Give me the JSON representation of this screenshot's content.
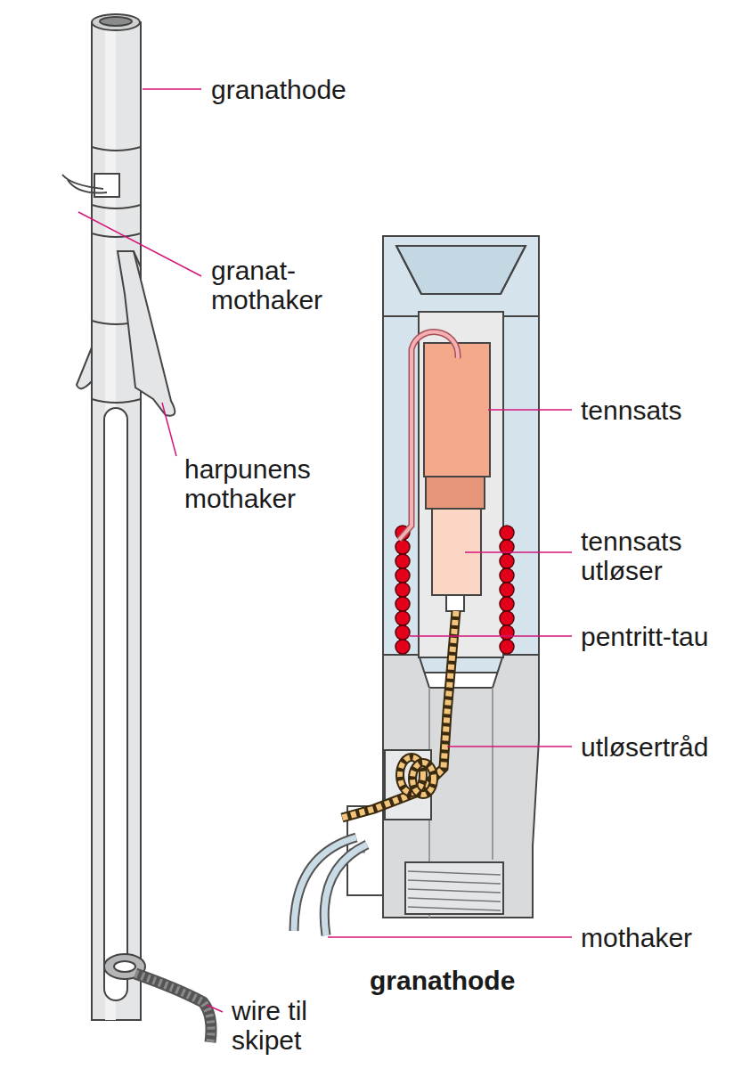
{
  "diagram": {
    "labels": [
      "granathode",
      "granat- mothaker",
      "harpunens mothaker",
      "wire til skipet",
      "tennsats",
      "tennsats utløser",
      "pentritt-tau",
      "utløsertråd",
      "mothaker",
      "granathode"
    ]
  }
}
